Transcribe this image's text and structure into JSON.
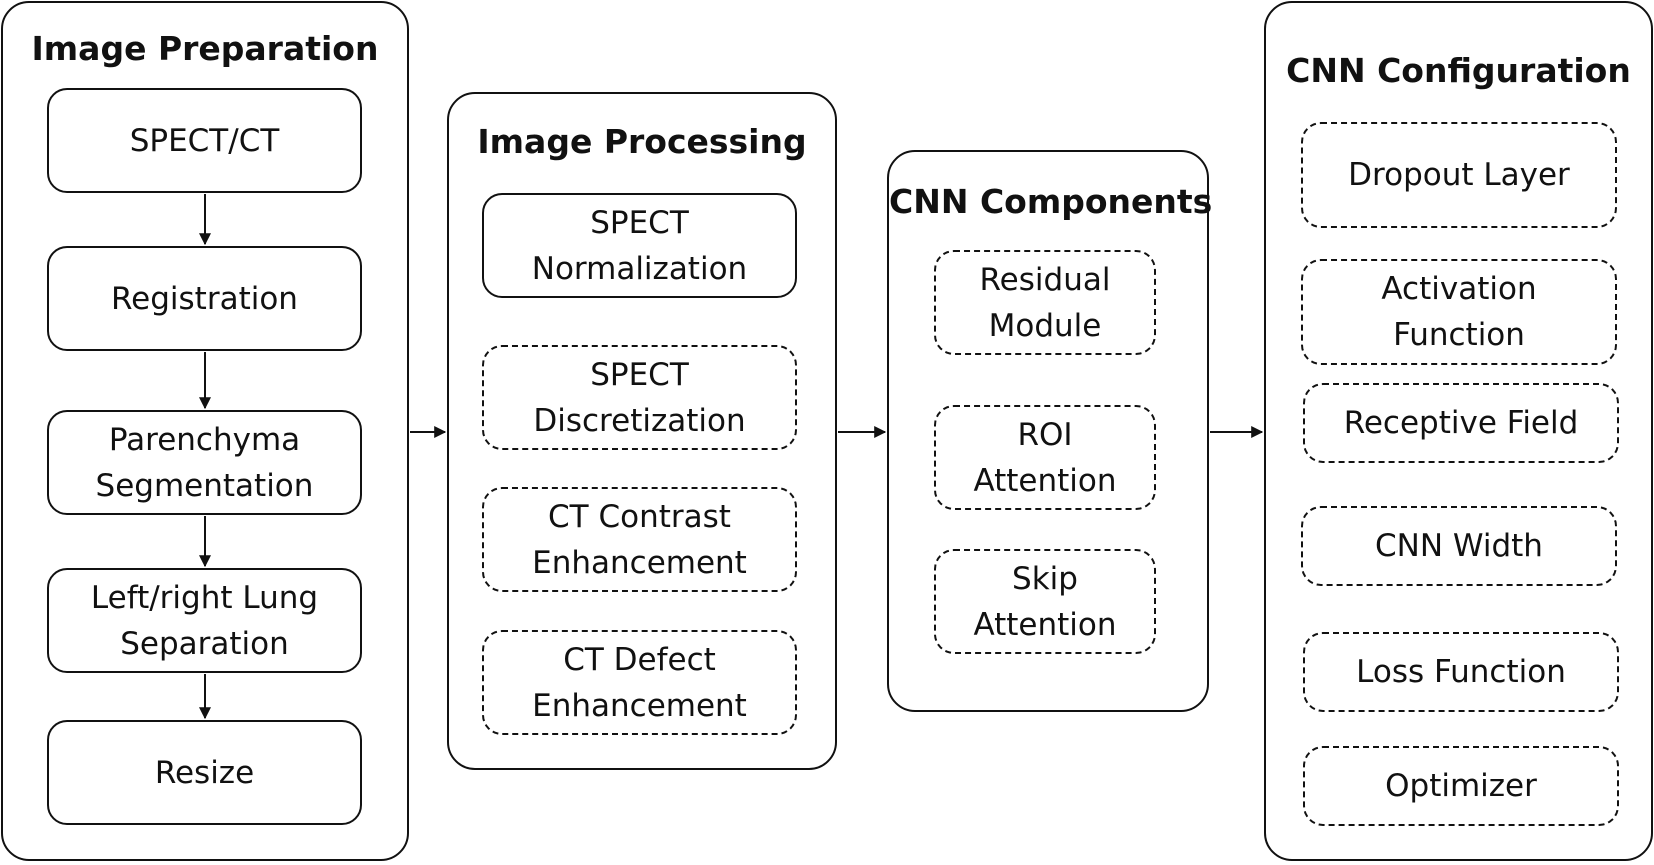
{
  "panels": {
    "preparation": {
      "title": "Image Preparation",
      "steps": [
        "SPECT/CT",
        "Registration",
        "Parenchyma Segmentation",
        "Left/right Lung Separation",
        "Resize"
      ]
    },
    "processing": {
      "title": "Image Processing",
      "steps": [
        "SPECT Normalization",
        "SPECT Discretization",
        "CT Contrast Enhancement",
        "CT Defect Enhancement"
      ]
    },
    "components": {
      "title": "CNN Components",
      "steps": [
        "Residual Module",
        "ROI Attention",
        "Skip Attention"
      ]
    },
    "configuration": {
      "title": "CNN Configuration",
      "steps": [
        "Dropout Layer",
        "Activation Function",
        "Receptive Field",
        "CNN Width",
        "Loss Function",
        "Optimizer"
      ]
    }
  },
  "colors": {
    "line": "#111111",
    "background": "#ffffff"
  }
}
